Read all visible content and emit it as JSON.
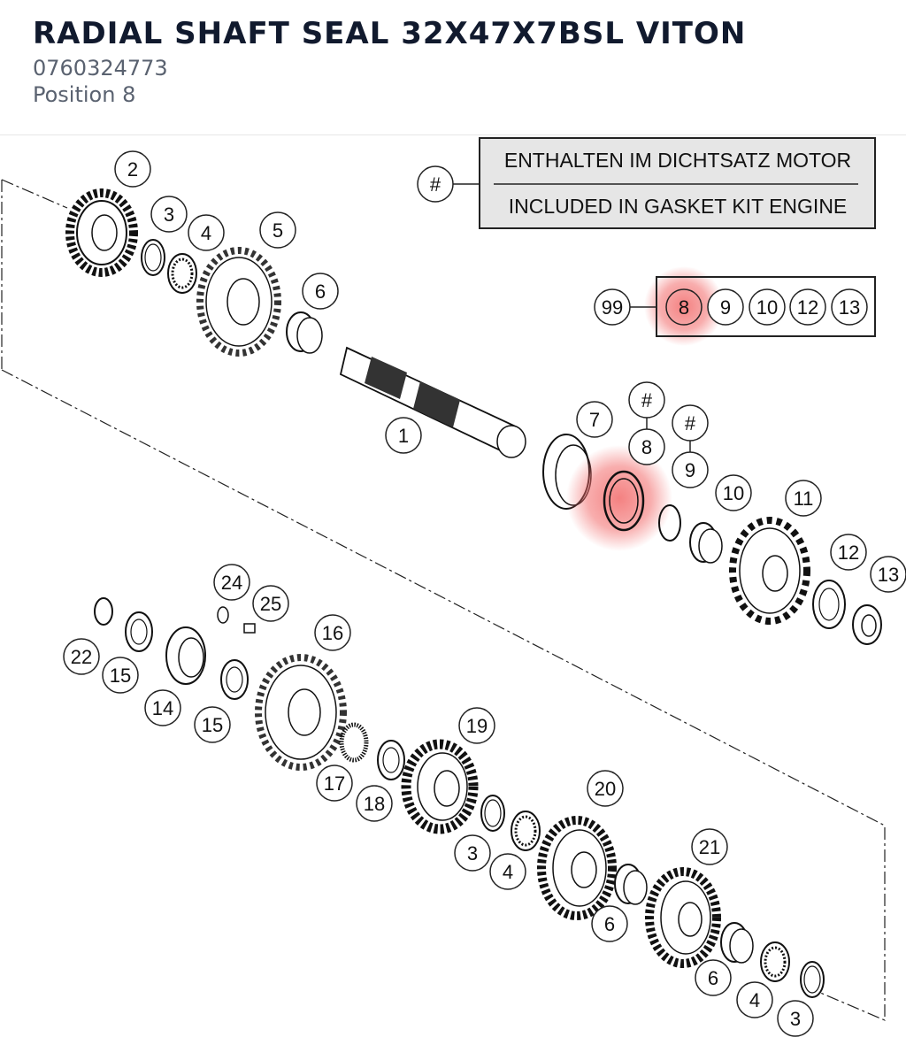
{
  "header": {
    "title": "RADIAL SHAFT SEAL 32X47X7BSL VITON",
    "part_number": "0760324773",
    "position": "Position 8"
  },
  "legend": {
    "symbol": "#",
    "line_de": "ENTHALTEN IM DICHTSATZ MOTOR",
    "line_en": "INCLUDED IN GASKET KIT ENGINE"
  },
  "kit": {
    "number": "99",
    "items": [
      "8",
      "9",
      "10",
      "12",
      "13"
    ]
  },
  "callouts": {
    "c1": "1",
    "c2": "2",
    "c3a": "3",
    "c4a": "4",
    "c5": "5",
    "c6a": "6",
    "c7": "7",
    "c8": "8",
    "c9": "9",
    "c10": "10",
    "c11": "11",
    "c12": "12",
    "c13": "13",
    "hashA": "#",
    "hashB": "#",
    "c14": "14",
    "c15a": "15",
    "c15b": "15",
    "c16": "16",
    "c17": "17",
    "c18": "18",
    "c19": "19",
    "c20": "20",
    "c21": "21",
    "c22": "22",
    "c24": "24",
    "c25": "25",
    "c3b": "3",
    "c4b": "4",
    "c6b": "6",
    "c6c": "6",
    "c4c": "4",
    "c3c": "3"
  },
  "colors": {
    "highlight": "#f26b6b",
    "title": "#111a2e",
    "muted": "#5a6270",
    "legend_bg": "#e6e6e6"
  }
}
